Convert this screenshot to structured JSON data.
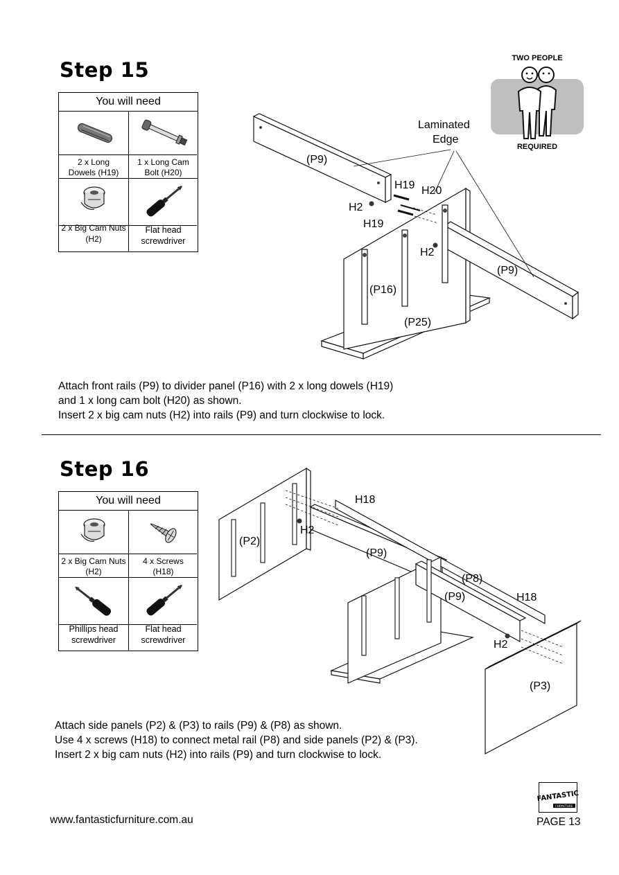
{
  "step15": {
    "title": "Step  15",
    "need_header": "You will need",
    "items": [
      {
        "name": "long-dowel-icon",
        "caption_line1": "2 x Long",
        "caption_line2": "Dowels (H19)"
      },
      {
        "name": "long-cam-bolt-icon",
        "caption_line1": "1 x Long Cam",
        "caption_line2": "Bolt (H20)"
      },
      {
        "name": "big-cam-nut-icon",
        "caption_line1": "2 x Big Cam Nuts",
        "caption_line2": "(H2)"
      },
      {
        "name": "flat-screwdriver-icon",
        "caption_line1": "Flat head",
        "caption_line2": "screwdriver"
      }
    ],
    "two_people_top": "TWO PEOPLE",
    "two_people_bottom": "REQUIRED",
    "labels": {
      "laminated1": "Laminated",
      "laminated2": "Edge",
      "p9_left": "(P9)",
      "h19_top": "H19",
      "h20": "H20",
      "h2_left": "H2",
      "h19_bottom": "H19",
      "h2_right": "H2",
      "p9_right": "(P9)",
      "p16": "(P16)",
      "p25": "(P25)"
    },
    "instructions": [
      "Attach front rails (P9) to divider panel (P16) with 2 x long dowels (H19)",
      "and 1 x long cam bolt (H20) as shown.",
      "Insert 2 x big cam nuts (H2) into rails (P9) and turn clockwise to lock."
    ]
  },
  "step16": {
    "title": "Step  16",
    "need_header": "You will need",
    "items": [
      {
        "name": "big-cam-nut-icon",
        "caption_line1": "2 x Big Cam Nuts",
        "caption_line2": "(H2)"
      },
      {
        "name": "screw-icon",
        "caption_line1": "4 x Screws",
        "caption_line2": "(H18)"
      },
      {
        "name": "phillips-screwdriver-icon",
        "caption_line1": "Phillips head",
        "caption_line2": "screwdriver"
      },
      {
        "name": "flat-screwdriver-icon",
        "caption_line1": "Flat head",
        "caption_line2": "screwdriver"
      }
    ],
    "labels": {
      "h18_top": "H18",
      "h2_top": "H2",
      "p2": "(P2)",
      "p9_top": "(P9)",
      "p8": "(P8)",
      "p9_mid": "(P9)",
      "h18_right": "H18",
      "h2_bottom": "H2",
      "p3": "(P3)"
    },
    "instructions": [
      "Attach side panels (P2) & (P3) to rails (P9) & (P8) as shown.",
      "Use 4 x screws (H18) to connect metal rail (P8) and side panels (P2) & (P3).",
      "Insert 2 x big cam nuts (H2) into rails (P9) and turn clockwise to lock."
    ]
  },
  "footer": {
    "url": "www.fantasticfurniture.com.au",
    "page": "PAGE 13",
    "logo_text": "FANTASTIC",
    "logo_sub": "FURNITURE"
  }
}
